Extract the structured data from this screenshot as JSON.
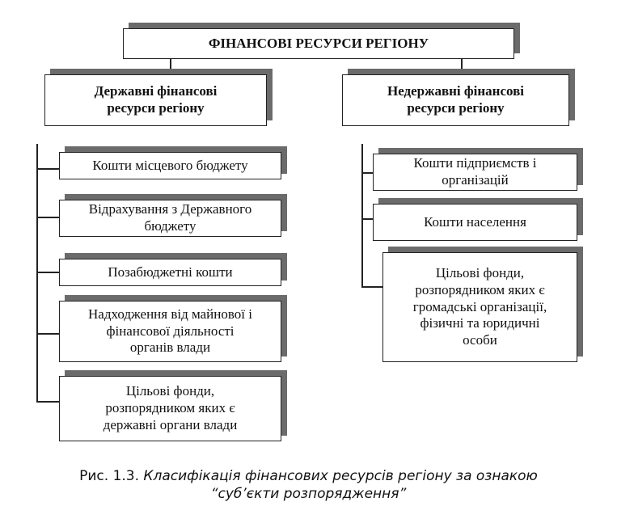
{
  "title": "ФІНАНСОВІ РЕСУРСИ РЕГІОНУ",
  "left": {
    "header": [
      "Державні фінансові",
      "ресурси регіону"
    ],
    "items": [
      [
        "Кошти місцевого бюджету"
      ],
      [
        "Відрахування з Державного",
        "бюджету"
      ],
      [
        "Позабюджетні кошти"
      ],
      [
        "Надходження від майнової і",
        "фінансової діяльності",
        "органів влади"
      ],
      [
        "Цільові фонди,",
        "розпорядником яких є",
        "державні органи влади"
      ]
    ]
  },
  "right": {
    "header": [
      "Недержавні фінансові",
      "ресурси регіону"
    ],
    "items": [
      [
        "Кошти підприємств і",
        "організацій"
      ],
      [
        "Кошти населення"
      ],
      [
        "Цільові фонди,",
        "розпорядником яких є",
        "громадські організації,",
        "фізичні та юридичні",
        "особи"
      ]
    ]
  },
  "caption": {
    "prefix": "Рис. 1.3.",
    "line1": "Класифікація фінансових ресурсів регіону за ознакою",
    "line2": "“суб’єкти розпорядження”"
  }
}
